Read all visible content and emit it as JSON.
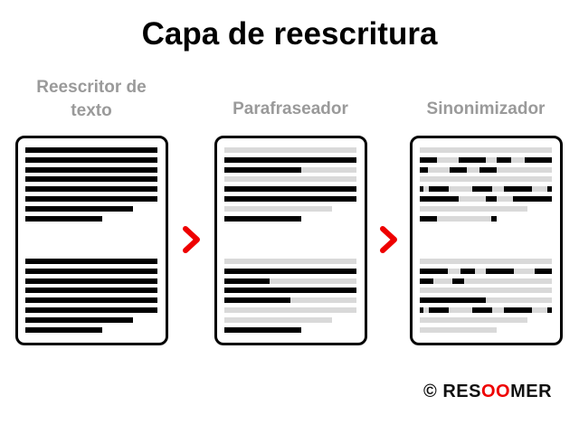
{
  "title": "Capa de reescritura",
  "stages": [
    {
      "label": "Reescritor de texto"
    },
    {
      "label": "Parafraseador"
    },
    {
      "label": "Sinonimizador"
    }
  ],
  "logo": {
    "copyright": "©",
    "part1": "RES",
    "part2": "OO",
    "part3": "MER"
  },
  "colors": {
    "text_bar": "#000000",
    "muted_bar": "#d9d9d9",
    "arrow": "#ee0000",
    "label": "#9a9a9a"
  }
}
